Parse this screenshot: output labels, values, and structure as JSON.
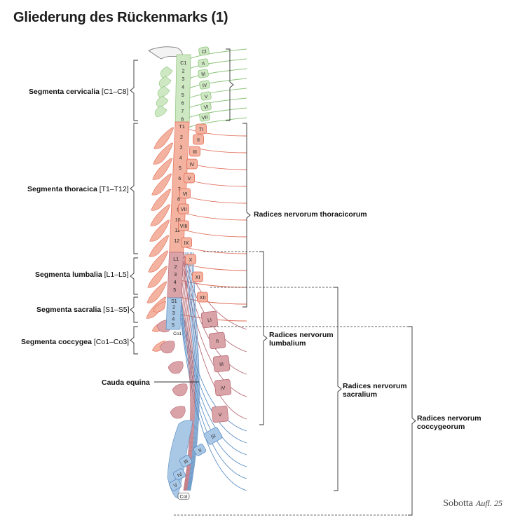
{
  "title": "Gliederung des Rückenmarks (1)",
  "segments": {
    "cervicalia": {
      "name": "Segmenta cervicalia",
      "range": "[C1–C8]"
    },
    "thoracica": {
      "name": "Segmenta thoracica",
      "range": "[T1–T12]"
    },
    "lumbalia": {
      "name": "Segmenta lumbalia",
      "range": "[L1–L5]"
    },
    "sacralia": {
      "name": "Segmenta sacralia",
      "range": "[S1–S5]"
    },
    "coccygea": {
      "name": "Segmenta coccygea",
      "range": "[Co1–Co3]"
    }
  },
  "cauda_equina": "Cauda equina",
  "radices": {
    "thoracicorum": "Radices nervorum thoracicorum",
    "lumbalium_1": "Radices nervorum",
    "lumbalium_2": "lumbalium",
    "sacralium_1": "Radices nervorum",
    "sacralium_2": "sacralium",
    "coccygeorum_1": "Radices nervorum",
    "coccygeorum_2": "coccygeorum"
  },
  "credit": {
    "brand": "Sobotta",
    "edition": "Aufl. 25"
  },
  "colors": {
    "cervical": "#cfe8c4",
    "cervical_line": "#8cc57a",
    "thoracic": "#f4b3a0",
    "thoracic_line": "#e06a55",
    "lumbar": "#d9a3a8",
    "lumbar_line": "#b96c78",
    "sacral": "#a9c8e6",
    "sacral_line": "#5d8fc4",
    "bracket": "#333333"
  },
  "cord_labels": {
    "cervical": [
      "C1",
      "2",
      "3",
      "4",
      "5",
      "6",
      "7",
      "8"
    ],
    "thoracic": [
      "T1",
      "2",
      "3",
      "4",
      "5",
      "6",
      "7",
      "8",
      "9",
      "10",
      "11",
      "12"
    ],
    "lumbar": [
      "L1",
      "2",
      "3",
      "4",
      "5"
    ],
    "sacral": [
      "S1",
      "2",
      "3",
      "4",
      "5"
    ],
    "coccygeal": "Co1"
  },
  "vertebra_labels": {
    "cervical": [
      "CI",
      "II",
      "III",
      "IV",
      "V",
      "VI",
      "VII"
    ],
    "thoracic": [
      "TI",
      "II",
      "III",
      "IV",
      "V",
      "VI",
      "VII",
      "VIII",
      "IX",
      "X",
      "XI",
      "XII"
    ],
    "lumbar": [
      "LI",
      "II",
      "III",
      "IV",
      "V"
    ],
    "sacral": [
      "SI",
      "II",
      "III",
      "IV",
      "V"
    ],
    "coccygeal": "CoI"
  }
}
